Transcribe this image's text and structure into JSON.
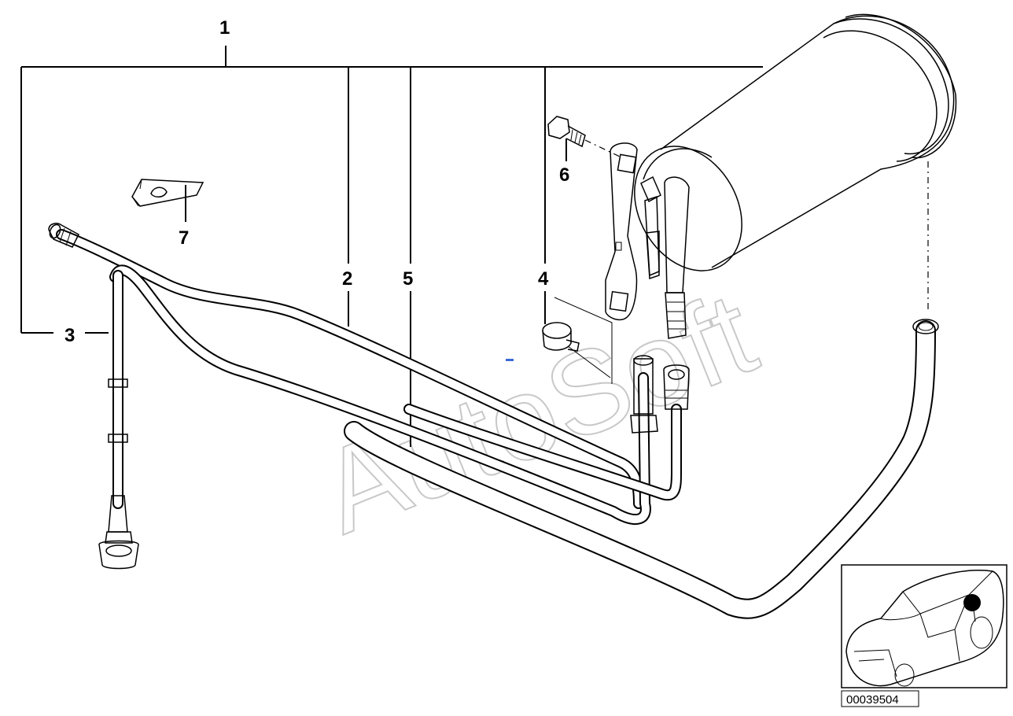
{
  "callouts": {
    "c1": "1",
    "c2": "2",
    "c3": "3",
    "c4": "4",
    "c5": "5",
    "c6": "6",
    "c7": "7"
  },
  "part_number": "00039504",
  "watermark": "AutoSoft",
  "colors": {
    "line": "#000000",
    "background": "#ffffff",
    "watermark": "#c8c8c8",
    "marker": "#000000"
  },
  "icons": {
    "vehicle_thumbnail": "sedan-car-icon",
    "location_marker": "location-dot-icon"
  }
}
